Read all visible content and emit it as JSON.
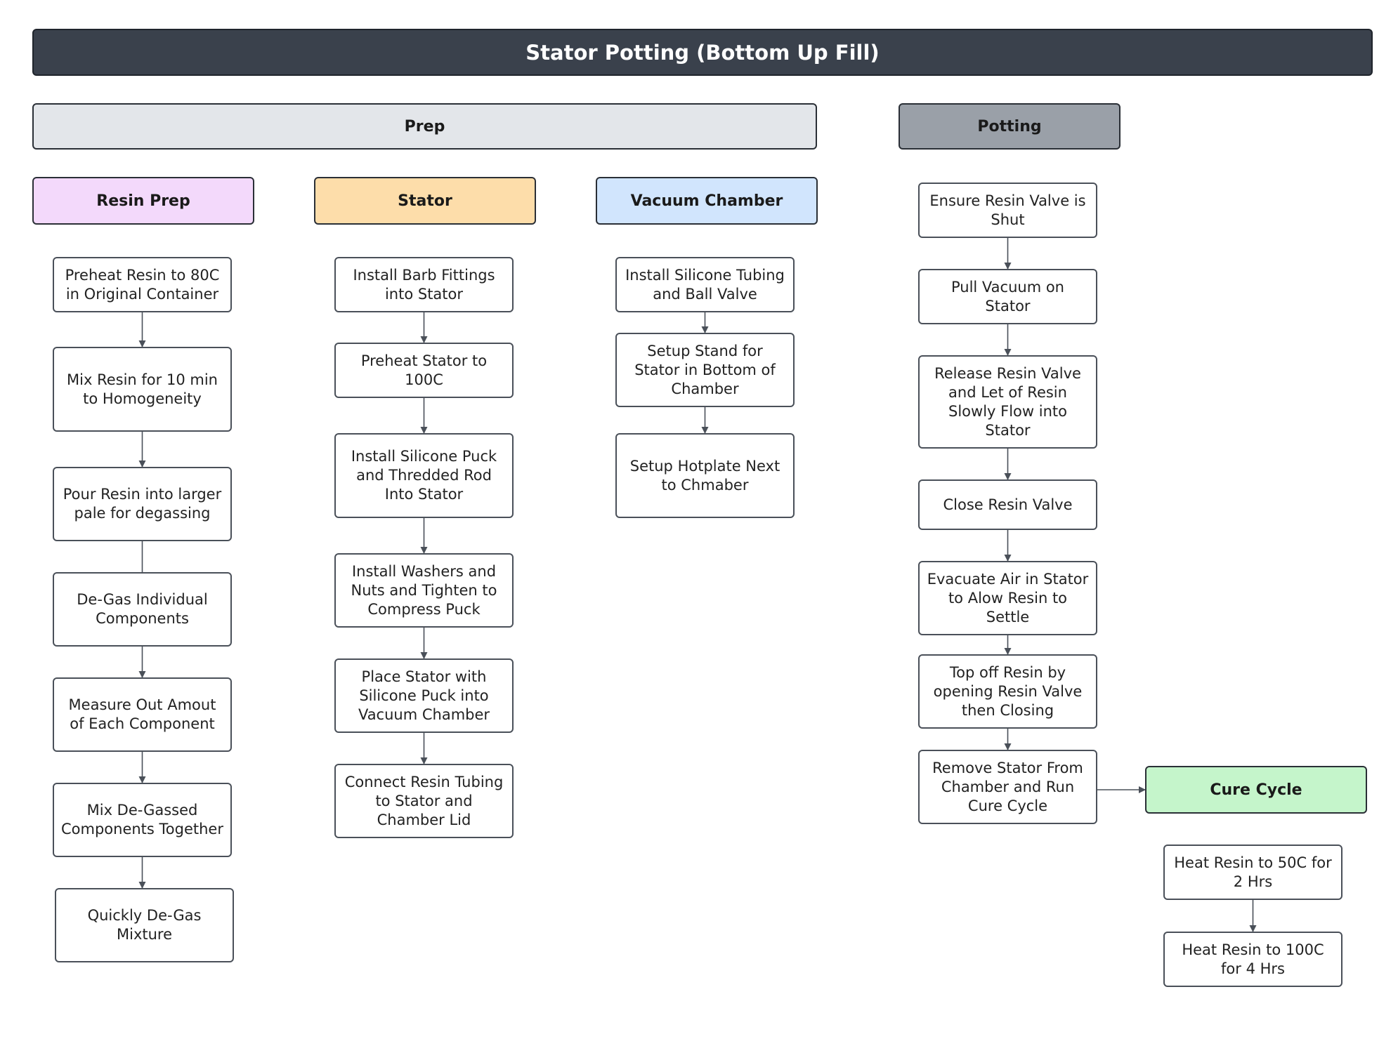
{
  "diagram": {
    "title": "Stator Potting (Bottom Up Fill)",
    "sections": {
      "prep": "Prep",
      "potting": "Potting"
    },
    "lanes": {
      "resin_prep": {
        "label": "Resin Prep",
        "color": "#f3d9fb"
      },
      "stator": {
        "label": "Stator",
        "color": "#fdddaa"
      },
      "vacuum_chamber": {
        "label": "Vacuum Chamber",
        "color": "#d1e5fd"
      },
      "cure_cycle": {
        "label": "Cure Cycle",
        "color": "#c5f5cb"
      }
    },
    "colors": {
      "title_bar": "#3a414c",
      "prep_section": "#e3e6ea",
      "potting_section": "#9aa0a8"
    },
    "resin_prep_steps": [
      "Preheat Resin to 80C in Original Container",
      "Mix Resin for 10 min to Homogeneity",
      "Pour Resin into larger pale for degassing",
      "De-Gas Individual Components",
      "Measure Out Amout of Each Component",
      "Mix De-Gassed Components Together",
      "Quickly De-Gas Mixture"
    ],
    "stator_steps": [
      "Install Barb Fittings into Stator",
      "Preheat Stator to 100C",
      "Install Silicone Puck and Thredded Rod Into Stator",
      "Install Washers and Nuts and Tighten to Compress Puck",
      "Place Stator with Silicone Puck into Vacuum Chamber",
      "Connect Resin Tubing to Stator and Chamber Lid"
    ],
    "vacuum_chamber_steps": [
      "Install  Silicone Tubing and Ball Valve",
      "Setup Stand for Stator in Bottom of Chamber",
      "Setup Hotplate Next to Chmaber"
    ],
    "potting_steps": [
      "Ensure Resin Valve is Shut",
      "Pull Vacuum on Stator",
      "Release Resin Valve and Let of Resin Slowly Flow into Stator",
      "Close Resin Valve",
      "Evacuate Air in Stator to Alow Resin to Settle",
      "Top off Resin by opening Resin Valve then Closing",
      "Remove Stator From Chamber and Run Cure Cycle"
    ],
    "cure_cycle_steps": [
      "Heat Resin to 50C for 2 Hrs",
      "Heat Resin to 100C for 4 Hrs"
    ]
  }
}
